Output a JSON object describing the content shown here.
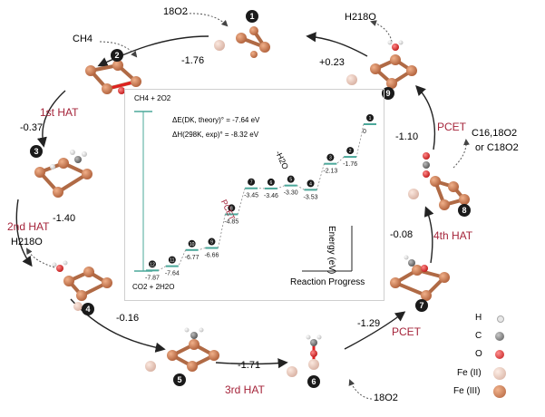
{
  "cycle": {
    "steps": [
      "1",
      "2",
      "3",
      "4",
      "5",
      "6",
      "7",
      "8",
      "9"
    ],
    "energies": {
      "e_1_2": "-1.76",
      "e_2_3": "-0.37",
      "e_3_4": "-1.40",
      "e_4_5": "-0.16",
      "e_5_6": "-1.71",
      "e_6_7": "-1.29",
      "e_7_8": "-0.08",
      "e_8_9": "-1.10",
      "e_9_1": "+0.23"
    },
    "reactions": {
      "hat1": "1st HAT",
      "hat2": "2nd HAT",
      "hat3": "3rd HAT",
      "hat4": "4th HAT",
      "pcet_left": "PCET",
      "pcet_right": "PCET"
    },
    "species": {
      "o2_top": "18O2",
      "ch4": "CH4",
      "h2o_top": "H218O",
      "h2o_left": "H218O",
      "o2_bottom": "18O2",
      "co2_line1": "C16,18O2",
      "co2_line2": "or C18O2"
    }
  },
  "legend": {
    "items": [
      {
        "label": "H",
        "color": "#eeeeee"
      },
      {
        "label": "C",
        "color": "#7a7a7a"
      },
      {
        "label": "O",
        "color": "#e02020"
      },
      {
        "label": "Fe (II)",
        "color": "#e9c7b8"
      },
      {
        "label": "Fe (III)",
        "color": "#c87a50"
      }
    ]
  },
  "energy_plot": {
    "ylabel": "Energy (eV)",
    "xlabel": "Reaction Progress",
    "reactants": "CH4 + 2O2",
    "products": "CO2 + 2H2O",
    "delta_e": "ΔE(DK, theory)° = -7.64 eV",
    "delta_h": "ΔH(298K, exp)° = -8.32 eV",
    "pcet_label": "PCET",
    "h2o_label": "-H2O",
    "levels": [
      {
        "step": "1",
        "value": "0"
      },
      {
        "step": "2",
        "value": "-1.76"
      },
      {
        "step": "3",
        "value": "-2.13"
      },
      {
        "step": "4",
        "value": "-3.53"
      },
      {
        "step": "5",
        "value": "-3.30"
      },
      {
        "step": "6",
        "value": "-3.46"
      },
      {
        "step": "7",
        "value": "-3.45"
      },
      {
        "step": "8",
        "value": "-4.85"
      },
      {
        "step": "9",
        "value": "-6.66"
      },
      {
        "step": "10",
        "value": "-6.77"
      },
      {
        "step": "11",
        "value": "-7.64"
      },
      {
        "step": "12",
        "value": "-7.87"
      }
    ]
  }
}
